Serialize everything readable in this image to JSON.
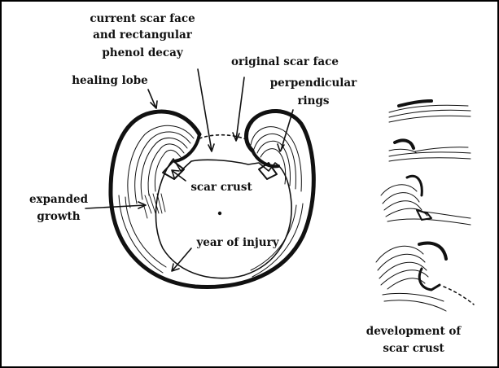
{
  "figure": {
    "labels": {
      "current_scar_face": [
        "current scar face",
        "and rectangular",
        "phenol decay"
      ],
      "original_scar_face": "original scar face",
      "healing_lobe": "healing lobe",
      "perpendicular_rings": [
        "perpendicular",
        "rings"
      ],
      "scar_crust": "scar crust",
      "expanded_growth": [
        "expanded",
        "growth"
      ],
      "year_of_injury": "year of injury",
      "development_of_scar_crust": [
        "development of",
        "scar crust"
      ]
    },
    "colors": {
      "ink": "#111111",
      "background": "#ffffff",
      "border": "#000000"
    }
  }
}
